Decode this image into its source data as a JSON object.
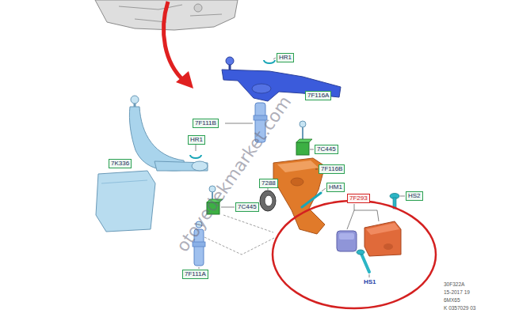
{
  "diagram": {
    "labels": [
      "HR1",
      "7F116A",
      "7K336",
      "7F111B",
      "HR1",
      "7C445",
      "7F116B",
      "7288",
      "HM1",
      "7F293",
      "HS2",
      "7C445",
      "HS1",
      "7F111A",
      "otoyedekmarket.com",
      "30F322A",
      "15-2017 19",
      "6MX65",
      "K 0357029 03"
    ]
  }
}
